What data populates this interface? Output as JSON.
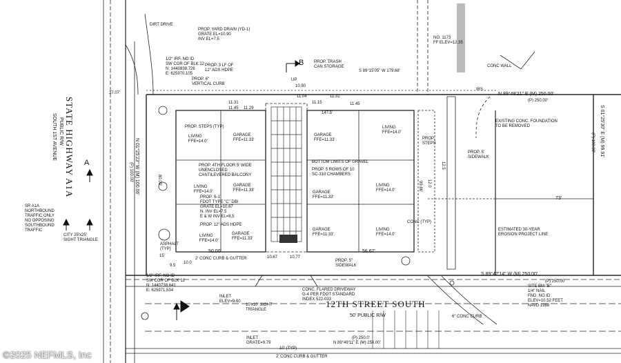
{
  "street": {
    "name": "12TH STREET SOUTH",
    "row": "50' PUBLIC R/W"
  },
  "highway": {
    "name": "STATE HIGHWAY A1A",
    "alt1": "SOUTH 1ST AVENUE",
    "alt2": "PUBLIC R/W"
  },
  "labels": {
    "yard_drain": "PROP. YARD DRAIN (YD-1)\nGRATE EL=10.90\nINV EL=7.5",
    "hdpe3": "PROP. 3 LF OF\n12\" ADS HDPE",
    "curb6": "PROP. 6\"\nVERTICAL CURB",
    "trash": "PROP. TRASH\nCAN STORAGE",
    "bearing_top": "S 89°15'05\" W 179.68'",
    "dirt_drive": "DIRT DRIVE",
    "irf_top": "1/2\" IRF, NO ID\nSW COR OF BLK 12\nN: 1440838.726\nE: 625970.105",
    "conc_wall": "CONC WALL",
    "no1173": "NO. 1173\nFF ELEV=12.35",
    "north_bearing": "N 89°49'21\" E (M) 250.00'",
    "north_plat": "(P) 250.00'",
    "existing_found": "EXISTING CONC. FOUNDATION\nTO BE REMOVED",
    "steps_right": "PROP.\nSTEPS",
    "sidewalk_right": "PROP. 5'\nSIDEWALK",
    "erosion": "ESTIMATED 30-YEAR\nEROSION PROJECT LINE",
    "dim73": "73'",
    "east_bearing": "S 01°25'30\" E (M) 99.91'",
    "east_plat": "(P) 100.00'",
    "west_bearing": "N 01°25'23\" W (M) 100.06'",
    "west_plat": "(P) 100.00'",
    "south_bearing": "S 89°47'14\" W (M) 250.00'",
    "south_plat": "(P) 250.00'",
    "steps_typ": "PROP. STEPS (TYP)",
    "living_tl": "LIVING\nFFE=14.0'",
    "garage_tl": "GARAGE\nFFE=11.33'",
    "balcony": "PROP. 4TH FLOOR 5' WIDE\nUNENCLOSED\nCANTILEVERED BALCONY",
    "living_ml": "LIVING\nFFE=14.0'",
    "garage_ml": "GARAGE\nFFE=11.33'",
    "s1": "PROP. S-1\nFDOT TYPE \"C\" DBI\nGRATE EL=10.67\nN. INV EL=7.5\nE & W INV EL=8.5",
    "ads12": "PROP. 12\" ADS HDPE",
    "living_bl": "LIVING\nFFE=14.0'",
    "garage_bl": "GARAGE\nFFE=11.33'",
    "garage_tr": "GARAGE\nFFE=11.33'",
    "living_tr": "LIVING\nFFE=14.0'",
    "gravel": "BOTTOM LIMITS OF GRAVEL",
    "chambers": "PROP. 5 ROWS OF 10\nSC-310 CHAMBERS",
    "garage_mr": "GARAGE\nFFE=11.33'",
    "living_mr": "LIVING\nFFE=14.0'",
    "garage_br": "GARAGE\nFFE=11.33'",
    "living_br": "LIVING\nFFE=14.0'",
    "conc_typ": "CONC (TYP)",
    "asphalt": "ASPHALT\n(TYP)",
    "dim50": "50.00'",
    "dim5667": "56.67'",
    "curb2": "2' CONC CURB & GUTTER",
    "sidewalk_bot": "PROP. 5\"\nSIDEWALK",
    "flared": "CONC. FLARED DRIVEWAY\nG-4 PER FDOT STANDARD\nINDEX 522-033",
    "irf_bot": "1/2\" IRF, NO ID\nSW COR OF BLK 12\nN: 1440738.641\nE: 625971.534",
    "inlet1": "INLET\nELEV=9.60",
    "sight10": "10'x10' SIGHT\nTRIANGLE",
    "city_sight": "CITY 25'x25'\nSIGHT TRIANGLE",
    "sr_a1a": "SR A1A\nNORTHBOUND\nTRAFFIC ONLY\nNO OPPOSING\nSOUTHBOUND\nTRAFFIC",
    "site_bm": "SITE BM \"B\"\n1/4\" NAIL\nFND. NO ID\nELEV=10.52 FEET\nNAVD 1988",
    "conc_curb6": "6\" CONC CURB",
    "inlet2": "INLET\nGRATE=9.79",
    "bottom_bearing": "N 89°49'11\" E (M) 250.00'",
    "bottom_plat": "(P) 250.0'",
    "curb_bot": "2' CONC CURB & GUTTER",
    "section_a": "A",
    "section_b": "B",
    "dim3707": "37.07'",
    "dim1475": "147.5'",
    "dim1067": "10.67",
    "dim1077": "10.77",
    "dim1090": "10.90",
    "dim1131a": "11.31",
    "dim1131b": "11.31",
    "dim1145": "11.45",
    "dim1129": "11.29",
    "dim1104": "11.04",
    "dim1115": "11.15",
    "dim1145b": "11.45",
    "dim80": "80.00'",
    "dim9966": "99.66'",
    "dim125": "12.5",
    "dim12": "12.0",
    "dim100": "10.0",
    "dim95": "9.5",
    "dim15": "15'",
    "typ10": "10' (TYP)",
    "up": "UP",
    "ir": "IRS"
  },
  "copyright": "©2025 NEFMLS, Inc"
}
